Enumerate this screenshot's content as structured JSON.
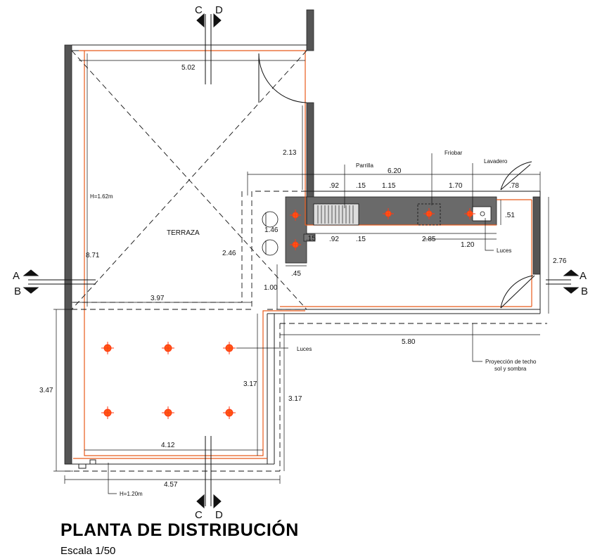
{
  "title": "PLANTA DE DISTRIBUCIÓN",
  "scale": "Escala 1/50",
  "rooms": {
    "terrace": "TERRAZA"
  },
  "notes": {
    "height_top": "H=1.62m",
    "height_bottom": "H=1.20m",
    "grill": "Parrilla",
    "minibar": "Friobar",
    "sink": "Lavadero",
    "lights_kitchen": "Luces",
    "lights_terrace": "Luces",
    "roof_projection_1": "Proyección de techo",
    "roof_projection_2": "sol y sombra"
  },
  "sections": {
    "c_top": "C",
    "d_top": "D",
    "c_bottom": "C",
    "d_bottom": "D",
    "a_left": "A",
    "b_left": "B",
    "a_right": "A",
    "b_right": "B"
  },
  "dimensions": {
    "top_width": "5.02",
    "left_height": "8.71",
    "diag": "2.46",
    "mid_width": "3.97",
    "door_height": "2.13",
    "kitchen_total": "6.20",
    "k_a": ".92",
    "k_b": ".15",
    "k_c": "1.15",
    "k_d": "1.70",
    "k_e": ".78",
    "k_f": ".51",
    "k_g": ".92",
    "k_h": ".15",
    "k_i": "2.85",
    "k_j": "1.20",
    "stool_1": "1.46",
    "stool_2": ".15",
    "stool_3": ".45",
    "step": "1.00",
    "right_height": "2.76",
    "bottom_right_width": "5.80",
    "lower_left_height": "3.47",
    "lower_inner_height": "3.17",
    "lower_outer_height": "3.17",
    "lower_inner_width": "4.12",
    "lower_outer_width": "4.57"
  }
}
